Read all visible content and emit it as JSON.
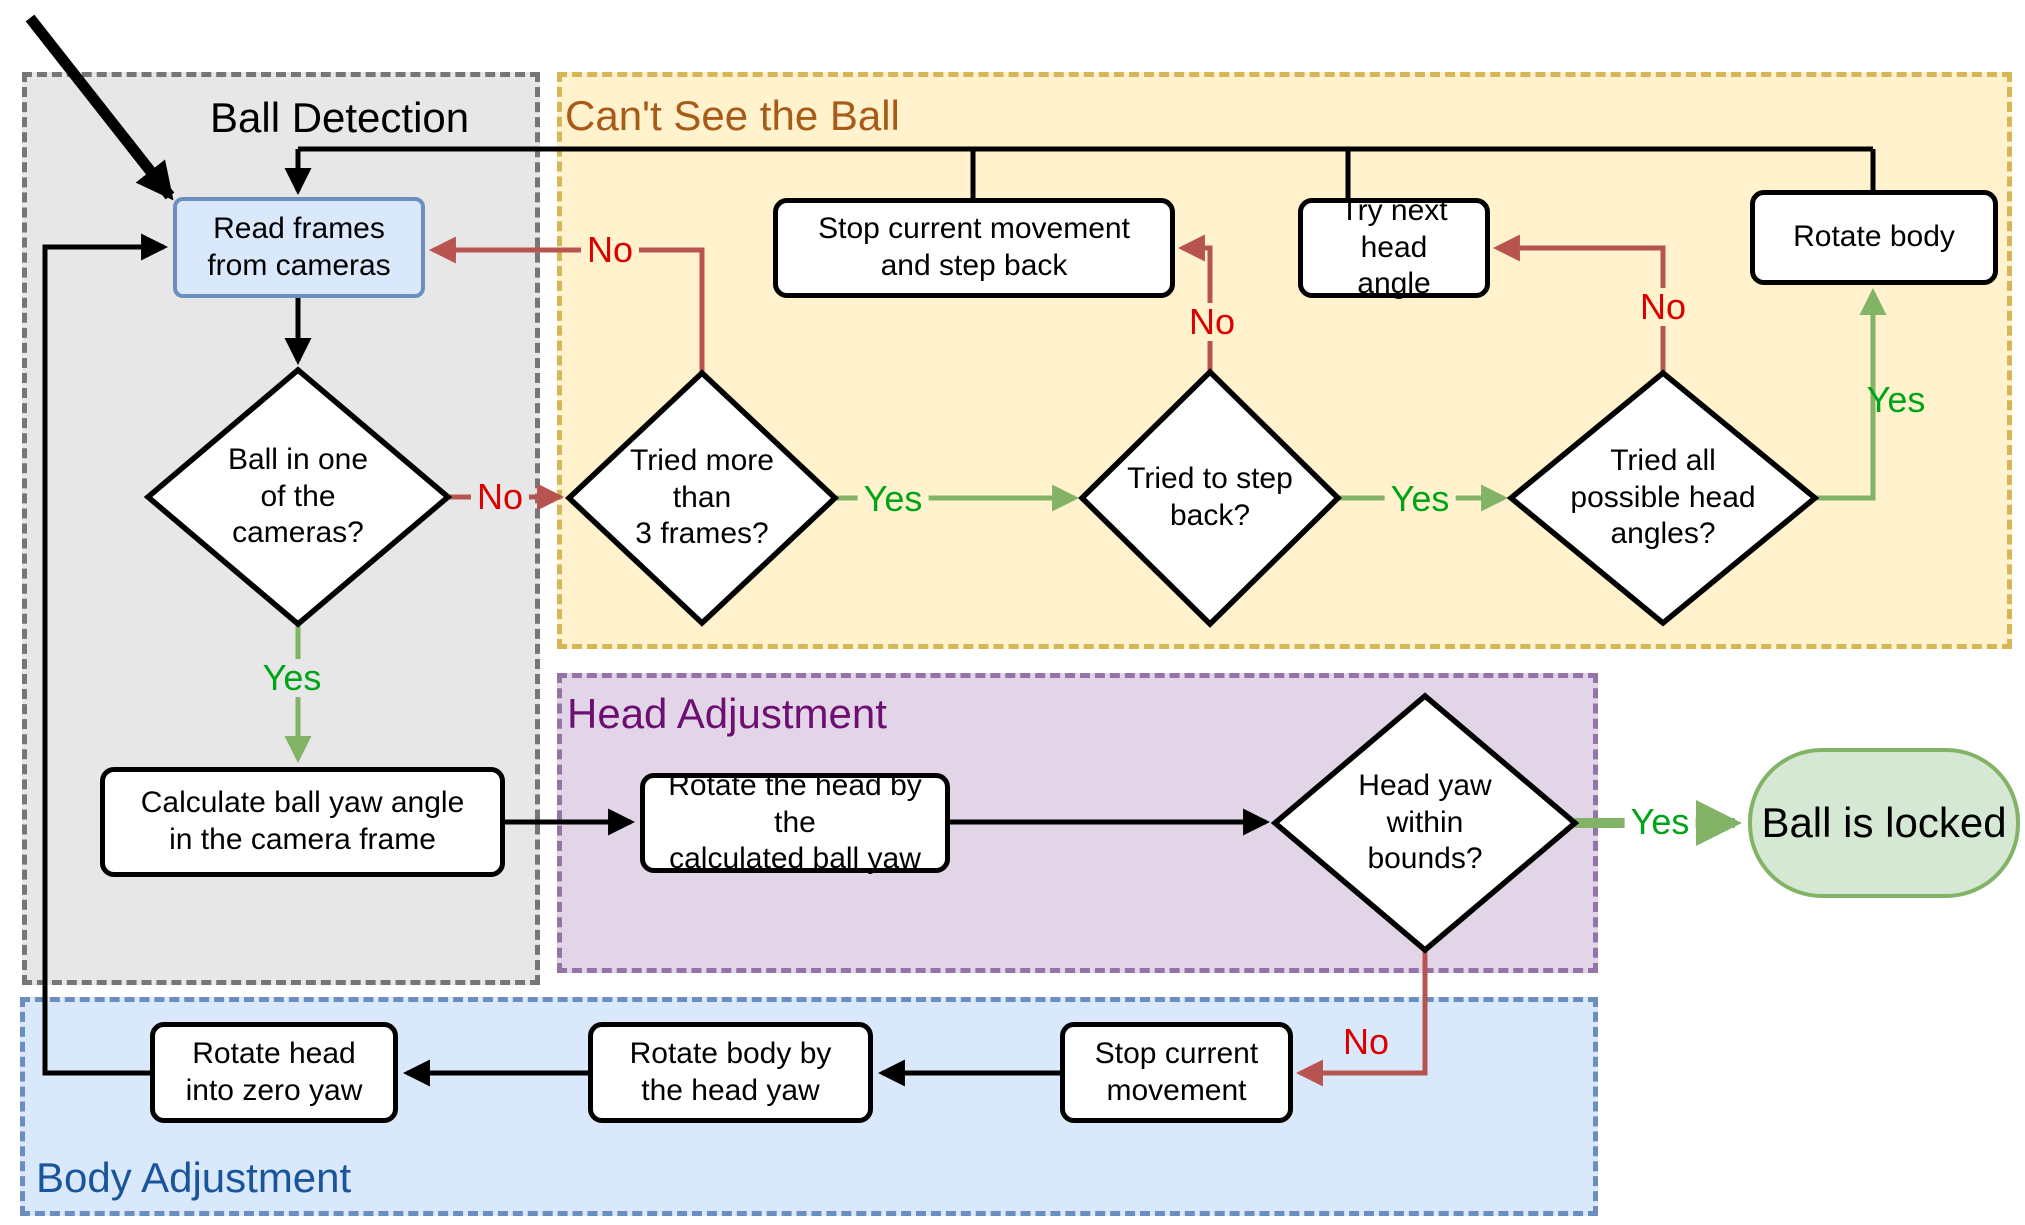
{
  "diagram": {
    "regions": {
      "ball_detection": {
        "title": "Ball Detection",
        "fill": "#e7e7e7",
        "border": "#767676",
        "title_color": "#000000"
      },
      "cant_see_ball": {
        "title": "Can't See the Ball",
        "fill": "#fff2cc",
        "border": "#d6b656",
        "title_color": "#a85a17"
      },
      "head_adjustment": {
        "title": "Head Adjustment",
        "fill": "#e1d5e7",
        "border": "#9673a6",
        "title_color": "#6e0e73"
      },
      "body_adjustment": {
        "title": "Body Adjustment",
        "fill": "#dae8fc",
        "border": "#6c8ebf",
        "title_color": "#1a559c"
      }
    },
    "nodes": {
      "read_frames": {
        "label": "Read frames\nfrom cameras",
        "type": "start"
      },
      "ball_in_cameras": {
        "label": "Ball in one\nof the\ncameras?",
        "type": "decision"
      },
      "calc_ball_yaw": {
        "label": "Calculate ball yaw angle\nin the camera frame",
        "type": "process"
      },
      "stop_and_step_back": {
        "label": "Stop current movement\nand step back",
        "type": "process"
      },
      "try_next_head_angle": {
        "label": "Try next head\nangle",
        "type": "process"
      },
      "rotate_body": {
        "label": "Rotate body",
        "type": "process"
      },
      "tried_more_3_frames": {
        "label": "Tried more\nthan\n3 frames?",
        "type": "decision"
      },
      "tried_to_step_back": {
        "label": "Tried to step\nback?",
        "type": "decision"
      },
      "tried_all_head_angles": {
        "label": "Tried all\npossible head\nangles?",
        "type": "decision"
      },
      "rotate_head_by_yaw": {
        "label": "Rotate the head by the\ncalculated ball yaw",
        "type": "process"
      },
      "head_yaw_within_bounds": {
        "label": "Head yaw\nwithin\nbounds?",
        "type": "decision"
      },
      "ball_is_locked": {
        "label": "Ball is locked",
        "type": "terminal"
      },
      "rotate_head_zero_yaw": {
        "label": "Rotate head\ninto zero yaw",
        "type": "process"
      },
      "rotate_body_by_head_yaw": {
        "label": "Rotate body by\nthe head yaw",
        "type": "process"
      },
      "stop_current_movement": {
        "label": "Stop current\nmovement",
        "type": "process"
      }
    },
    "edge_labels": {
      "ball_in_cameras_no": "No",
      "ball_in_cameras_yes": "Yes",
      "tried_3_frames_no": "No",
      "tried_3_frames_yes": "Yes",
      "tried_step_back_no": "No",
      "tried_step_back_yes": "Yes",
      "tried_all_angles_no": "No",
      "tried_all_angles_yes": "Yes",
      "head_yaw_yes": "Yes",
      "head_yaw_no": "No"
    },
    "colors": {
      "yes_label": "#00a418",
      "no_label": "#db0000",
      "yes_line": "#82b366",
      "no_line": "#b85450",
      "flow_line": "#000000",
      "terminal_fill": "#d5e8d4",
      "terminal_border": "#82b366",
      "start_fill": "#dae8fc",
      "start_border": "#6c8ebf"
    }
  }
}
